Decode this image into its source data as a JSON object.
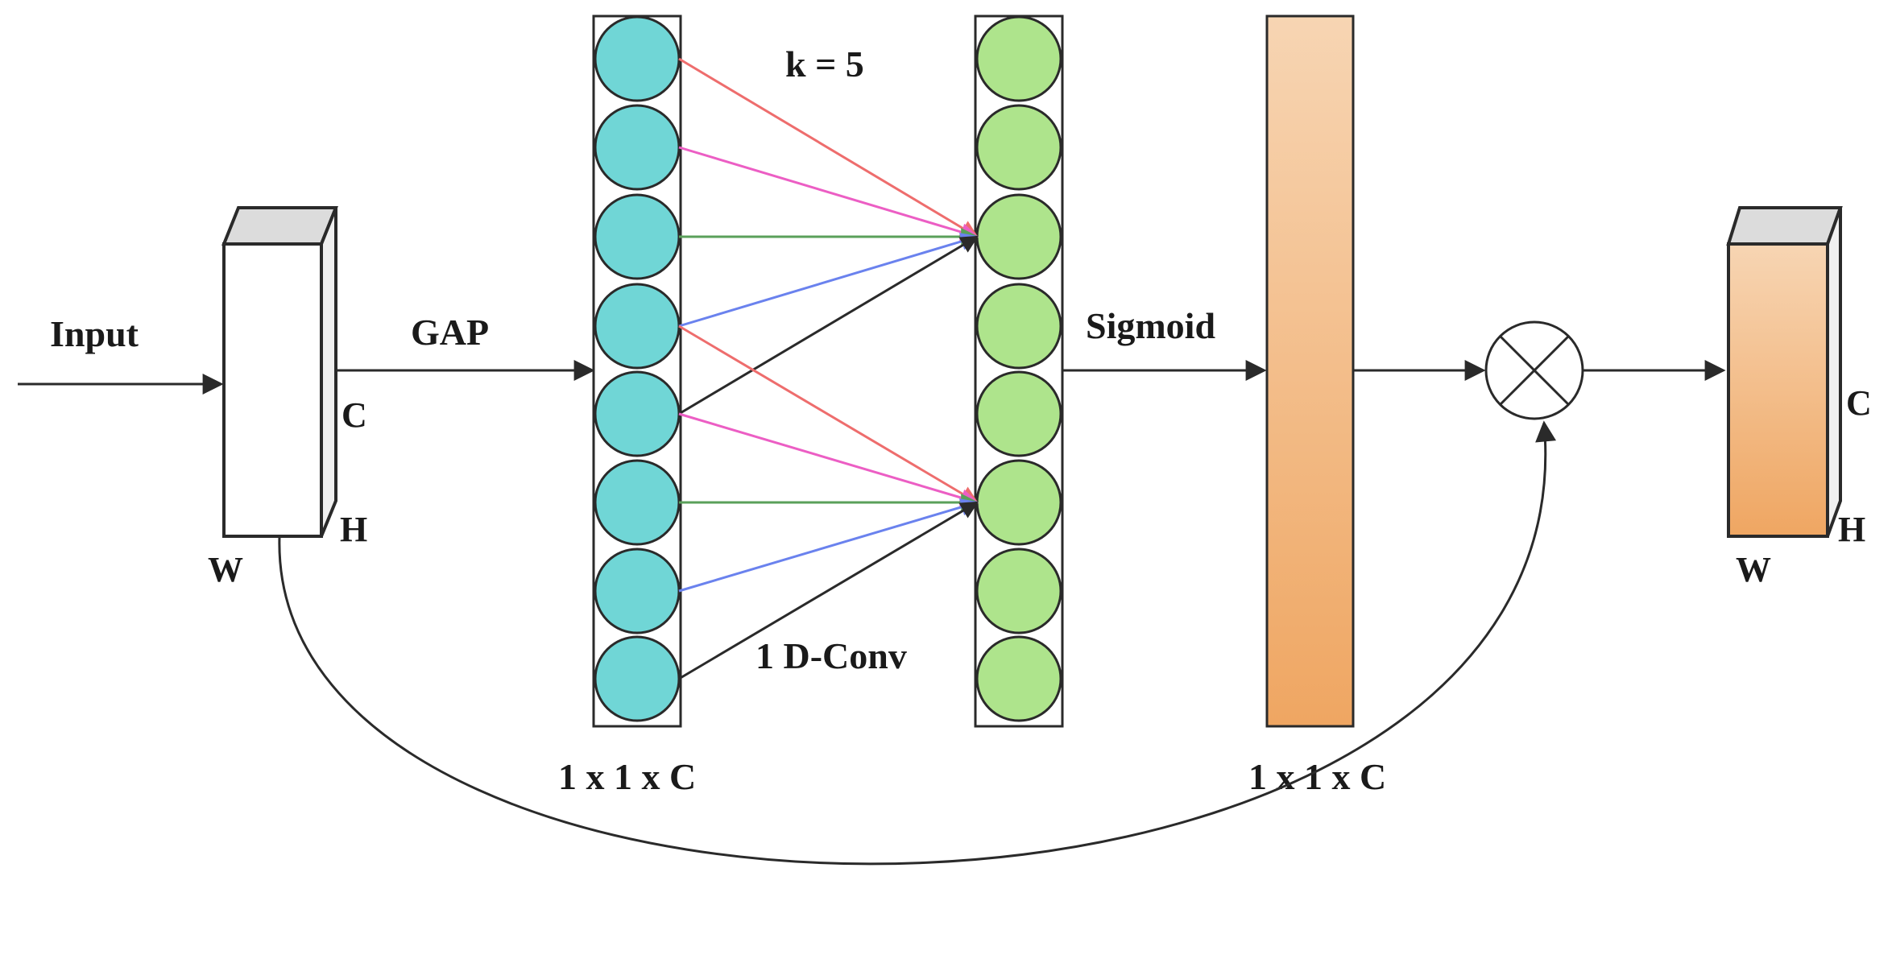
{
  "labels": {
    "input": "Input",
    "gap": "GAP",
    "k": "k = 5",
    "conv": "1 D-Conv",
    "sigmoid": "Sigmoid",
    "dim_left": "1 x 1 x C",
    "dim_right": "1 x 1 x C",
    "in_c": "C",
    "in_h": "H",
    "in_w": "W",
    "out_c": "C",
    "out_h": "H",
    "out_w": "W"
  },
  "colors": {
    "gap_nodes": "#70d6d6",
    "conv_nodes": "#aee48c",
    "red_edge": "#ee6d6d",
    "pink_edge": "#ec5ec4",
    "green_edge": "#5aa05a",
    "blue_edge": "#6a82ee",
    "black_edge": "#2a2a2a",
    "orange_light": "#f7d5b3",
    "orange_dark": "#efa662",
    "box_top": "#dcdcdc"
  },
  "nodes": {
    "gap_count": 8,
    "conv_count": 8
  },
  "icons": {
    "multiply": "circled-times-icon"
  }
}
